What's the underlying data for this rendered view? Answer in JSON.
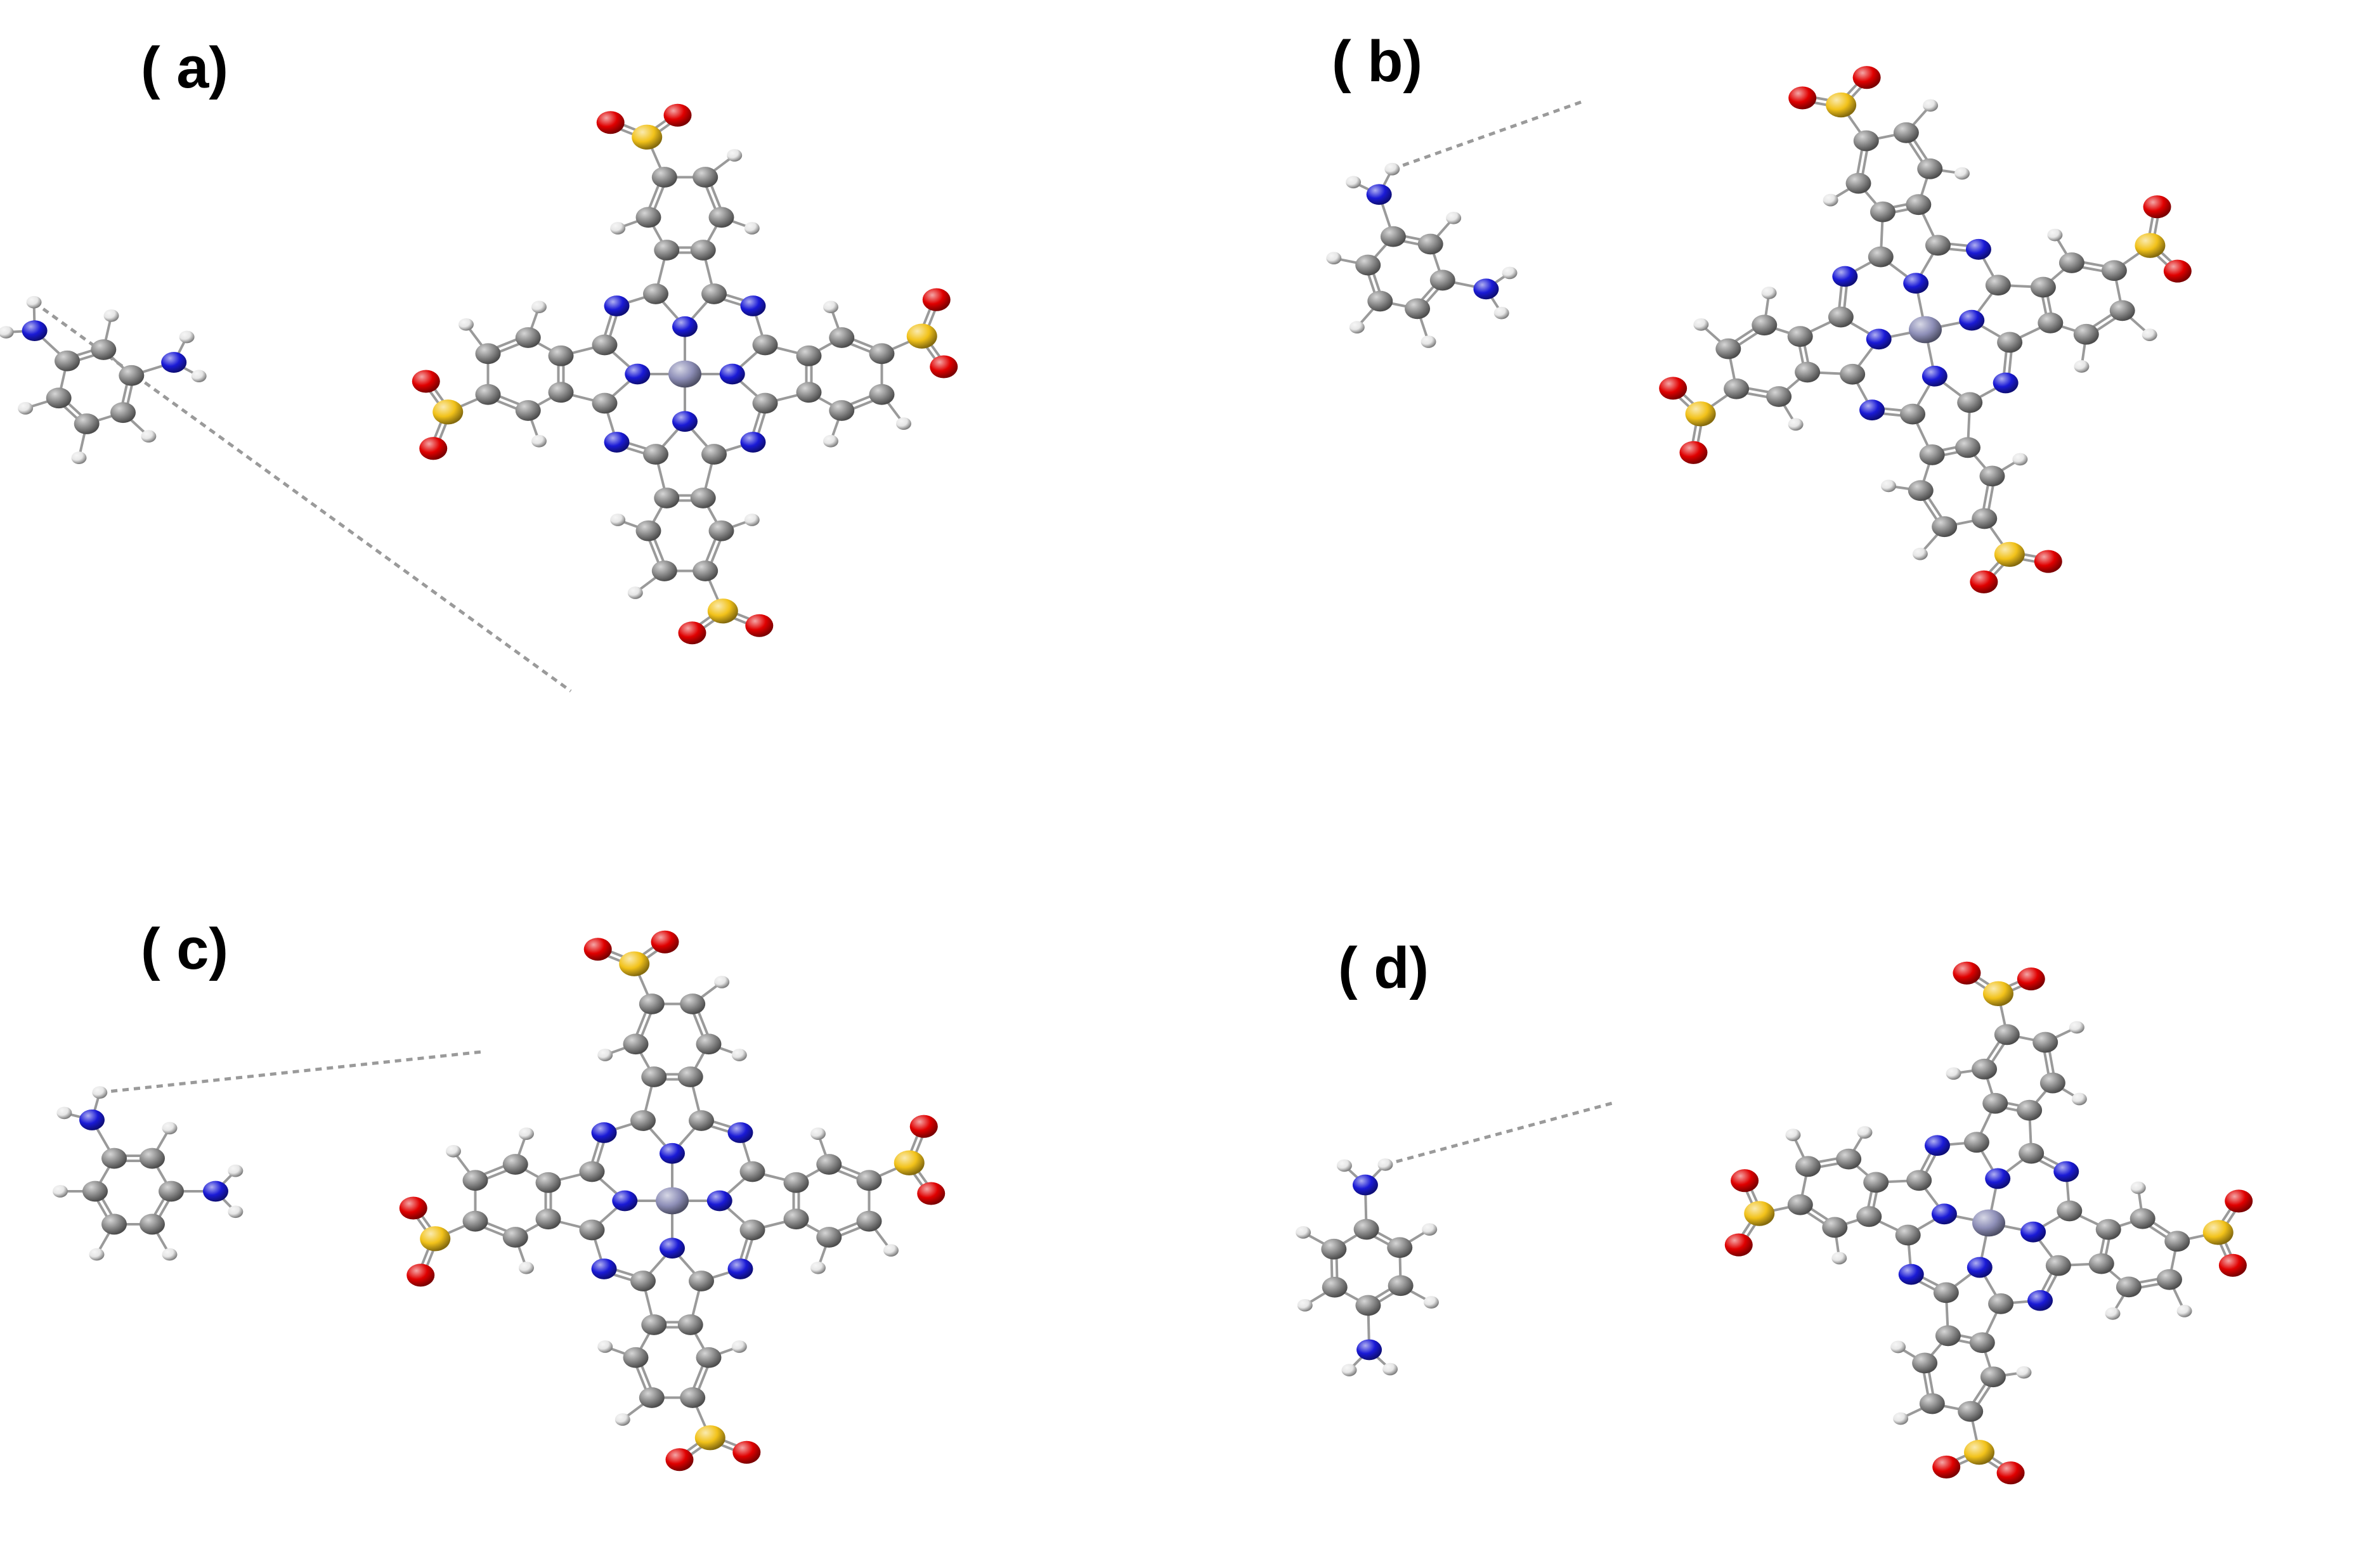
{
  "panels": [
    {
      "id": "a",
      "label": "( a)",
      "interaction": "amine H to sulfonate O (long range)"
    },
    {
      "id": "b",
      "label": "( b)",
      "interaction": "amine H to sulfonate O"
    },
    {
      "id": "c",
      "label": "( c)",
      "interaction": "amine H to ring H"
    },
    {
      "id": "d",
      "label": "( d)",
      "interaction": "ring H to sulfonate O"
    }
  ],
  "atom_colors": {
    "carbon": "#8a8a8a",
    "nitrogen": "#1a1ad6",
    "hydrogen": "#e6e6e6",
    "oxygen": "#e00000",
    "sulfur": "#f2c21a",
    "metal": "#8e8fb8"
  }
}
